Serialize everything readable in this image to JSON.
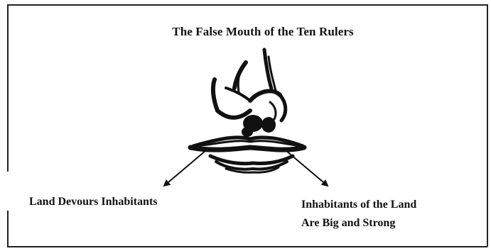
{
  "title": "The False Mouth of the Ten Rulers",
  "labels": {
    "left": "Land Devours Inhabitants",
    "right_line1": "Inhabitants of the Land",
    "right_line2": "Are Big and Strong"
  }
}
